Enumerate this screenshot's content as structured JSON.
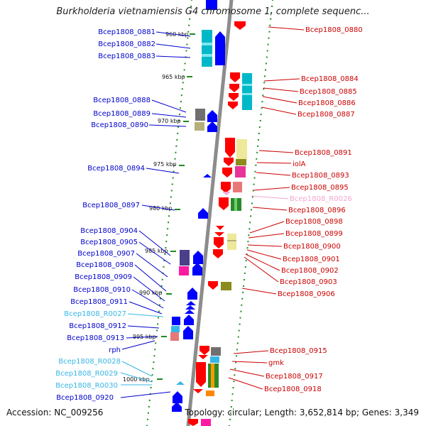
{
  "title": "Burkholderia vietnamiensis G4 chromosome 1, complete sequenc...",
  "accession": "Accession: NC_009256",
  "topology": "Topology: circular; Length: 3,652,814 bp; Genes: 3,349",
  "colors": {
    "forward_gene": "#ff0000",
    "reverse_gene": "#0000ff",
    "rna": "#36b6e6",
    "pseudo": "#f2a6d2",
    "axis": "#8c8c8c",
    "tick": "#2e8b2e"
  },
  "scale_labels": [
    "960 kbp",
    "965 kbp",
    "970 kbp",
    "975 kbp",
    "980 kbp",
    "985 kbp",
    "990 kbp",
    "995 kbp",
    "1000 kbp"
  ],
  "left_labels": [
    {
      "text": "Bcep1808_0881",
      "kind": "reverse_gene"
    },
    {
      "text": "Bcep1808_0882",
      "kind": "reverse_gene"
    },
    {
      "text": "Bcep1808_0883",
      "kind": "reverse_gene"
    },
    {
      "text": "Bcep1808_0888",
      "kind": "reverse_gene"
    },
    {
      "text": "Bcep1808_0889",
      "kind": "reverse_gene"
    },
    {
      "text": "Bcep1808_0890",
      "kind": "reverse_gene"
    },
    {
      "text": "Bcep1808_0894",
      "kind": "reverse_gene"
    },
    {
      "text": "Bcep1808_0897",
      "kind": "reverse_gene"
    },
    {
      "text": "Bcep1808_0904",
      "kind": "reverse_gene"
    },
    {
      "text": "Bcep1808_0905",
      "kind": "reverse_gene"
    },
    {
      "text": "Bcep1808_0907",
      "kind": "reverse_gene"
    },
    {
      "text": "Bcep1808_0908",
      "kind": "reverse_gene"
    },
    {
      "text": "Bcep1808_0909",
      "kind": "reverse_gene"
    },
    {
      "text": "Bcep1808_0910",
      "kind": "reverse_gene"
    },
    {
      "text": "Bcep1808_0911",
      "kind": "reverse_gene"
    },
    {
      "text": "Bcep1808_R0027",
      "kind": "rna"
    },
    {
      "text": "Bcep1808_0912",
      "kind": "reverse_gene"
    },
    {
      "text": "Bcep1808_0913",
      "kind": "reverse_gene"
    },
    {
      "text": "rph",
      "kind": "reverse_gene"
    },
    {
      "text": "Bcep1808_R0028",
      "kind": "rna"
    },
    {
      "text": "Bcep1808_R0029",
      "kind": "rna"
    },
    {
      "text": "Bcep1808_R0030",
      "kind": "rna"
    },
    {
      "text": "Bcep1808_0920",
      "kind": "reverse_gene"
    }
  ],
  "right_labels": [
    {
      "text": "Bcep1808_0880",
      "kind": "forward_gene"
    },
    {
      "text": "Bcep1808_0884",
      "kind": "forward_gene"
    },
    {
      "text": "Bcep1808_0885",
      "kind": "forward_gene"
    },
    {
      "text": "Bcep1808_0886",
      "kind": "forward_gene"
    },
    {
      "text": "Bcep1808_0887",
      "kind": "forward_gene"
    },
    {
      "text": "Bcep1808_0891",
      "kind": "forward_gene"
    },
    {
      "text": "iolA",
      "kind": "forward_gene"
    },
    {
      "text": "Bcep1808_0893",
      "kind": "forward_gene"
    },
    {
      "text": "Bcep1808_0895",
      "kind": "forward_gene"
    },
    {
      "text": "Bcep1808_R0026",
      "kind": "pseudo"
    },
    {
      "text": "Bcep1808_0896",
      "kind": "forward_gene"
    },
    {
      "text": "Bcep1808_0898",
      "kind": "forward_gene"
    },
    {
      "text": "Bcep1808_0899",
      "kind": "forward_gene"
    },
    {
      "text": "Bcep1808_0900",
      "kind": "forward_gene"
    },
    {
      "text": "Bcep1808_0901",
      "kind": "forward_gene"
    },
    {
      "text": "Bcep1808_0902",
      "kind": "forward_gene"
    },
    {
      "text": "Bcep1808_0903",
      "kind": "forward_gene"
    },
    {
      "text": "Bcep1808_0906",
      "kind": "forward_gene"
    },
    {
      "text": "Bcep1808_0915",
      "kind": "forward_gene"
    },
    {
      "text": "gmk",
      "kind": "forward_gene"
    },
    {
      "text": "Bcep1808_0917",
      "kind": "forward_gene"
    },
    {
      "text": "Bcep1808_0918",
      "kind": "forward_gene"
    }
  ]
}
